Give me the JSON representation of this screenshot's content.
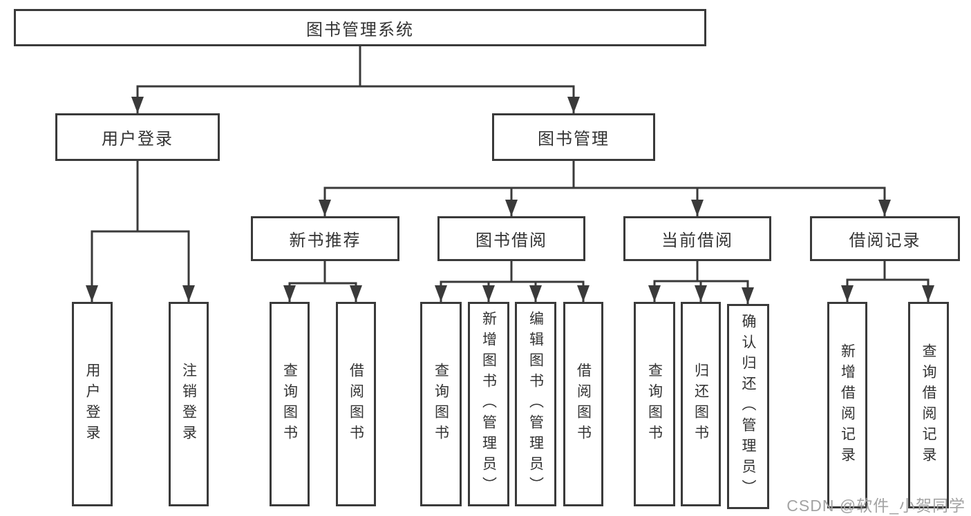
{
  "tree": {
    "root": {
      "label": "图书管理系统",
      "children": [
        {
          "label": "用户登录",
          "children": [
            {
              "label": "用户登录"
            },
            {
              "label": "注销登录"
            }
          ]
        },
        {
          "label": "图书管理",
          "children": [
            {
              "label": "新书推荐",
              "children": [
                {
                  "label": "查询图书"
                },
                {
                  "label": "借阅图书"
                }
              ]
            },
            {
              "label": "图书借阅",
              "children": [
                {
                  "label": "查询图书"
                },
                {
                  "label": "新增图书（管理员）"
                },
                {
                  "label": "编辑图书（管理员）"
                },
                {
                  "label": "借阅图书"
                }
              ]
            },
            {
              "label": "当前借阅",
              "children": [
                {
                  "label": "查询图书"
                },
                {
                  "label": "归还图书"
                },
                {
                  "label": "确认归还（管理员）"
                }
              ]
            },
            {
              "label": "借阅记录",
              "children": [
                {
                  "label": "新增借阅记录"
                },
                {
                  "label": "查询借阅记录"
                }
              ]
            }
          ]
        }
      ]
    }
  },
  "watermark": {
    "text": "CSDN @软件_小贺同学"
  },
  "colors": {
    "line": "#3a3a3a",
    "box_border": "#3a3a3a",
    "box_background": "#ffffff",
    "text": "#333333",
    "watermark": "#a3a3a3",
    "background": "#ffffff"
  }
}
